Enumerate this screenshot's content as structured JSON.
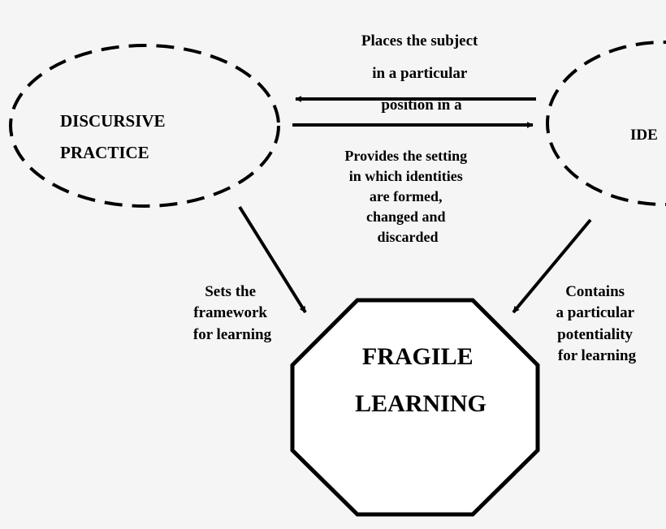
{
  "diagram": {
    "nodes": {
      "discursive_practice": {
        "lines": [
          "DISCURSIVE",
          "PRACTICE"
        ]
      },
      "identity": {
        "lines": [
          "IDE"
        ]
      },
      "fragile_learning": {
        "lines": [
          "FRAGILE",
          "LEARNING"
        ]
      }
    },
    "edges": {
      "identity_to_practice": {
        "lines": [
          "Places the subject",
          "in a particular",
          "position in a"
        ]
      },
      "practice_to_identity": {
        "lines": [
          "Provides the setting",
          "in which identities",
          "are formed,",
          "changed and",
          "discarded"
        ]
      },
      "practice_to_learning": {
        "lines": [
          "Sets the",
          "framework",
          "for learning"
        ]
      },
      "identity_to_learning": {
        "lines": [
          "Contains",
          "a particular",
          "potentiality",
          "for learning"
        ]
      }
    }
  }
}
